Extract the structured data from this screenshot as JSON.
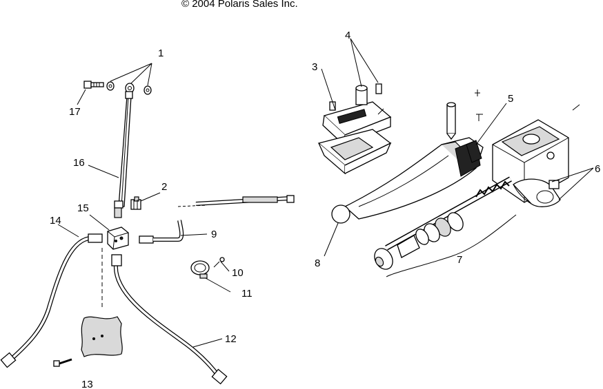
{
  "copyright": "© 2004 Polaris Sales Inc.",
  "callouts": {
    "c1": "1",
    "c2": "2",
    "c3": "3",
    "c4": "4",
    "c5": "5",
    "c6": "6",
    "c7": "7",
    "c8": "8",
    "c9": "9",
    "c10": "10",
    "c11": "11",
    "c12": "12",
    "c13": "13",
    "c14": "14",
    "c15": "15",
    "c16": "16",
    "c17": "17"
  }
}
